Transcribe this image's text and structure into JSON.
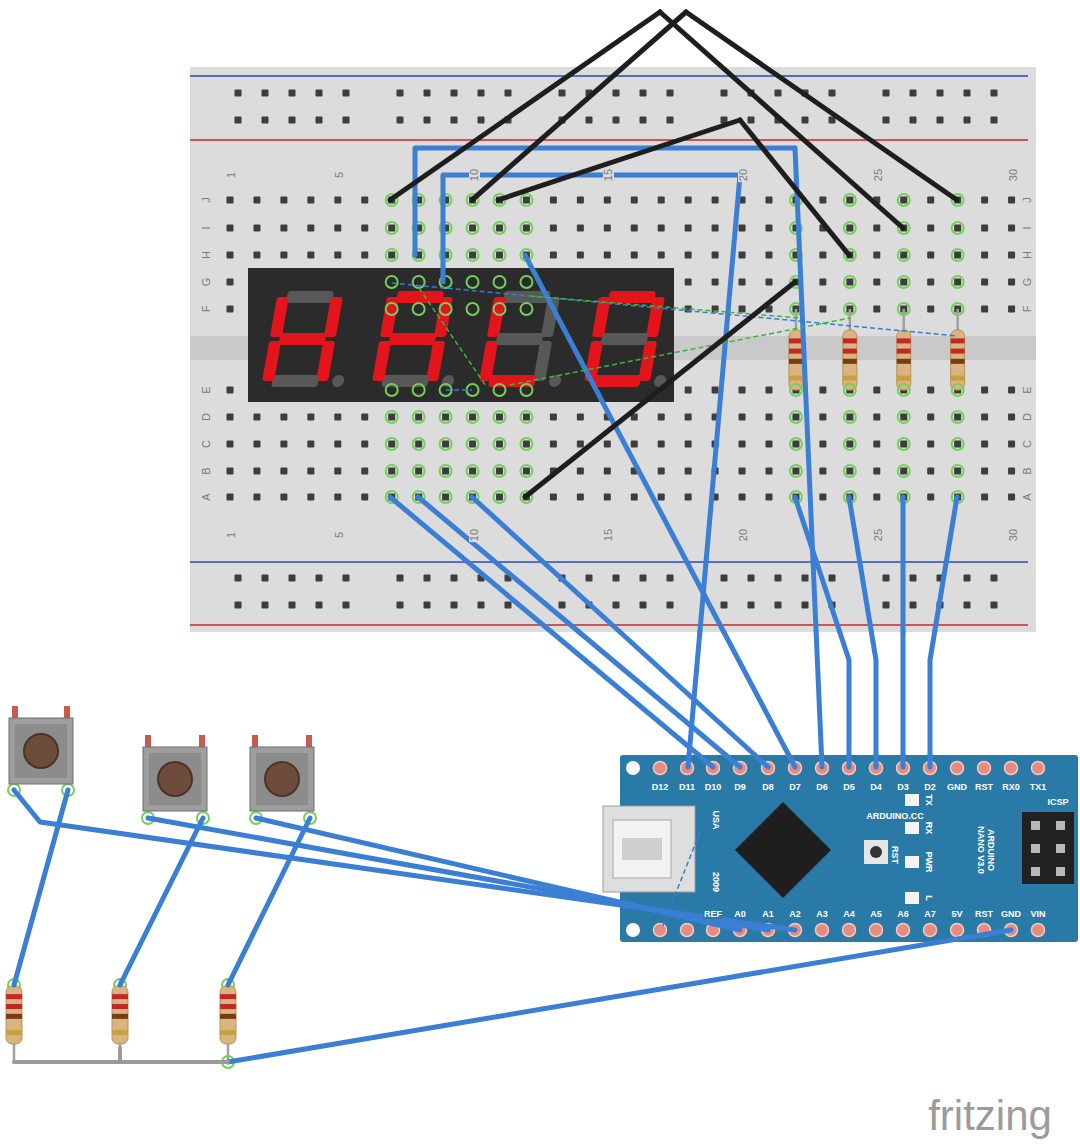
{
  "diagram": {
    "nodes": [
      {
        "text": [
          "1",
          "5",
          "10",
          "15",
          "20",
          "25",
          "30",
          "J",
          "I",
          "H",
          "G",
          "F",
          "J",
          "I",
          "H",
          "G",
          "F",
          "E",
          "D",
          "C",
          "B",
          "A",
          "E",
          "D",
          "C",
          "B",
          "A",
          "1",
          "5",
          "10",
          "15",
          "20",
          "25",
          "30"
        ]
      },
      {
        "text": [
          "D12",
          "D11",
          "D10",
          "D9",
          "D8",
          "D7",
          "D6",
          "D5",
          "D4",
          "D3",
          "D2",
          "GND",
          "RST",
          "RX0",
          "TX1",
          "USA",
          "2009",
          "ARDUINO.CC",
          "RST",
          "TX",
          "RX",
          "PWR",
          "L",
          "ARDUINO NANO V3.0",
          "ICSP",
          "REF",
          "A0",
          "A1",
          "A2",
          "A3",
          "A4",
          "A5",
          "A6",
          "A7",
          "5V",
          "RST",
          "GND",
          "VIN"
        ]
      }
    ],
    "edges": [
      {
        "from": 0,
        "to": 1,
        "arrow": "none"
      },
      {
        "from": 0,
        "to": 1,
        "arrow": "none"
      },
      {
        "from": 0,
        "to": 1,
        "arrow": "none"
      },
      {
        "from": 0,
        "to": 1,
        "arrow": "none"
      },
      {
        "from": 0,
        "to": 1,
        "arrow": "none"
      },
      {
        "from": 0,
        "to": 1,
        "arrow": "none"
      },
      {
        "from": 0,
        "to": 1,
        "arrow": "none"
      },
      {
        "from": 0,
        "to": 1,
        "arrow": "none"
      },
      {
        "from": 0,
        "to": 1,
        "arrow": "none"
      },
      {
        "from": 0,
        "to": 1,
        "arrow": "none"
      }
    ],
    "labels": [
      "fritzing"
    ]
  }
}
